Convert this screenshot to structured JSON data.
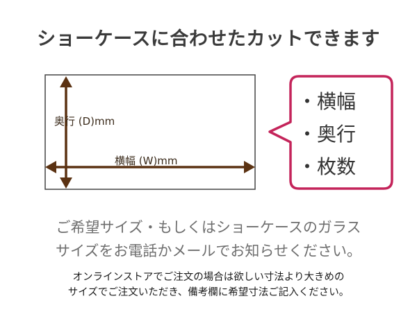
{
  "title": "ショーケースに合わせたカットできます",
  "diagram": {
    "depth_label": "奥行 (D)mm",
    "width_label": "横幅 (W)mm",
    "arrow_color": "#5b3212",
    "box_border_color": "#444444",
    "callout_border_color": "#c4245a",
    "callout_items": [
      "・横幅",
      "・奥行",
      "・枚数"
    ]
  },
  "description": {
    "line1": "ご希望サイズ・もしくはショーケースのガラス",
    "line2": "サイズをお電話かメールでお知らせください。"
  },
  "note": {
    "line1": "オンラインストアでご注文の場合は欲しい寸法より大きめの",
    "line2": "サイズでご注文いただき、備考欄に希望寸法ご記入ください。"
  }
}
